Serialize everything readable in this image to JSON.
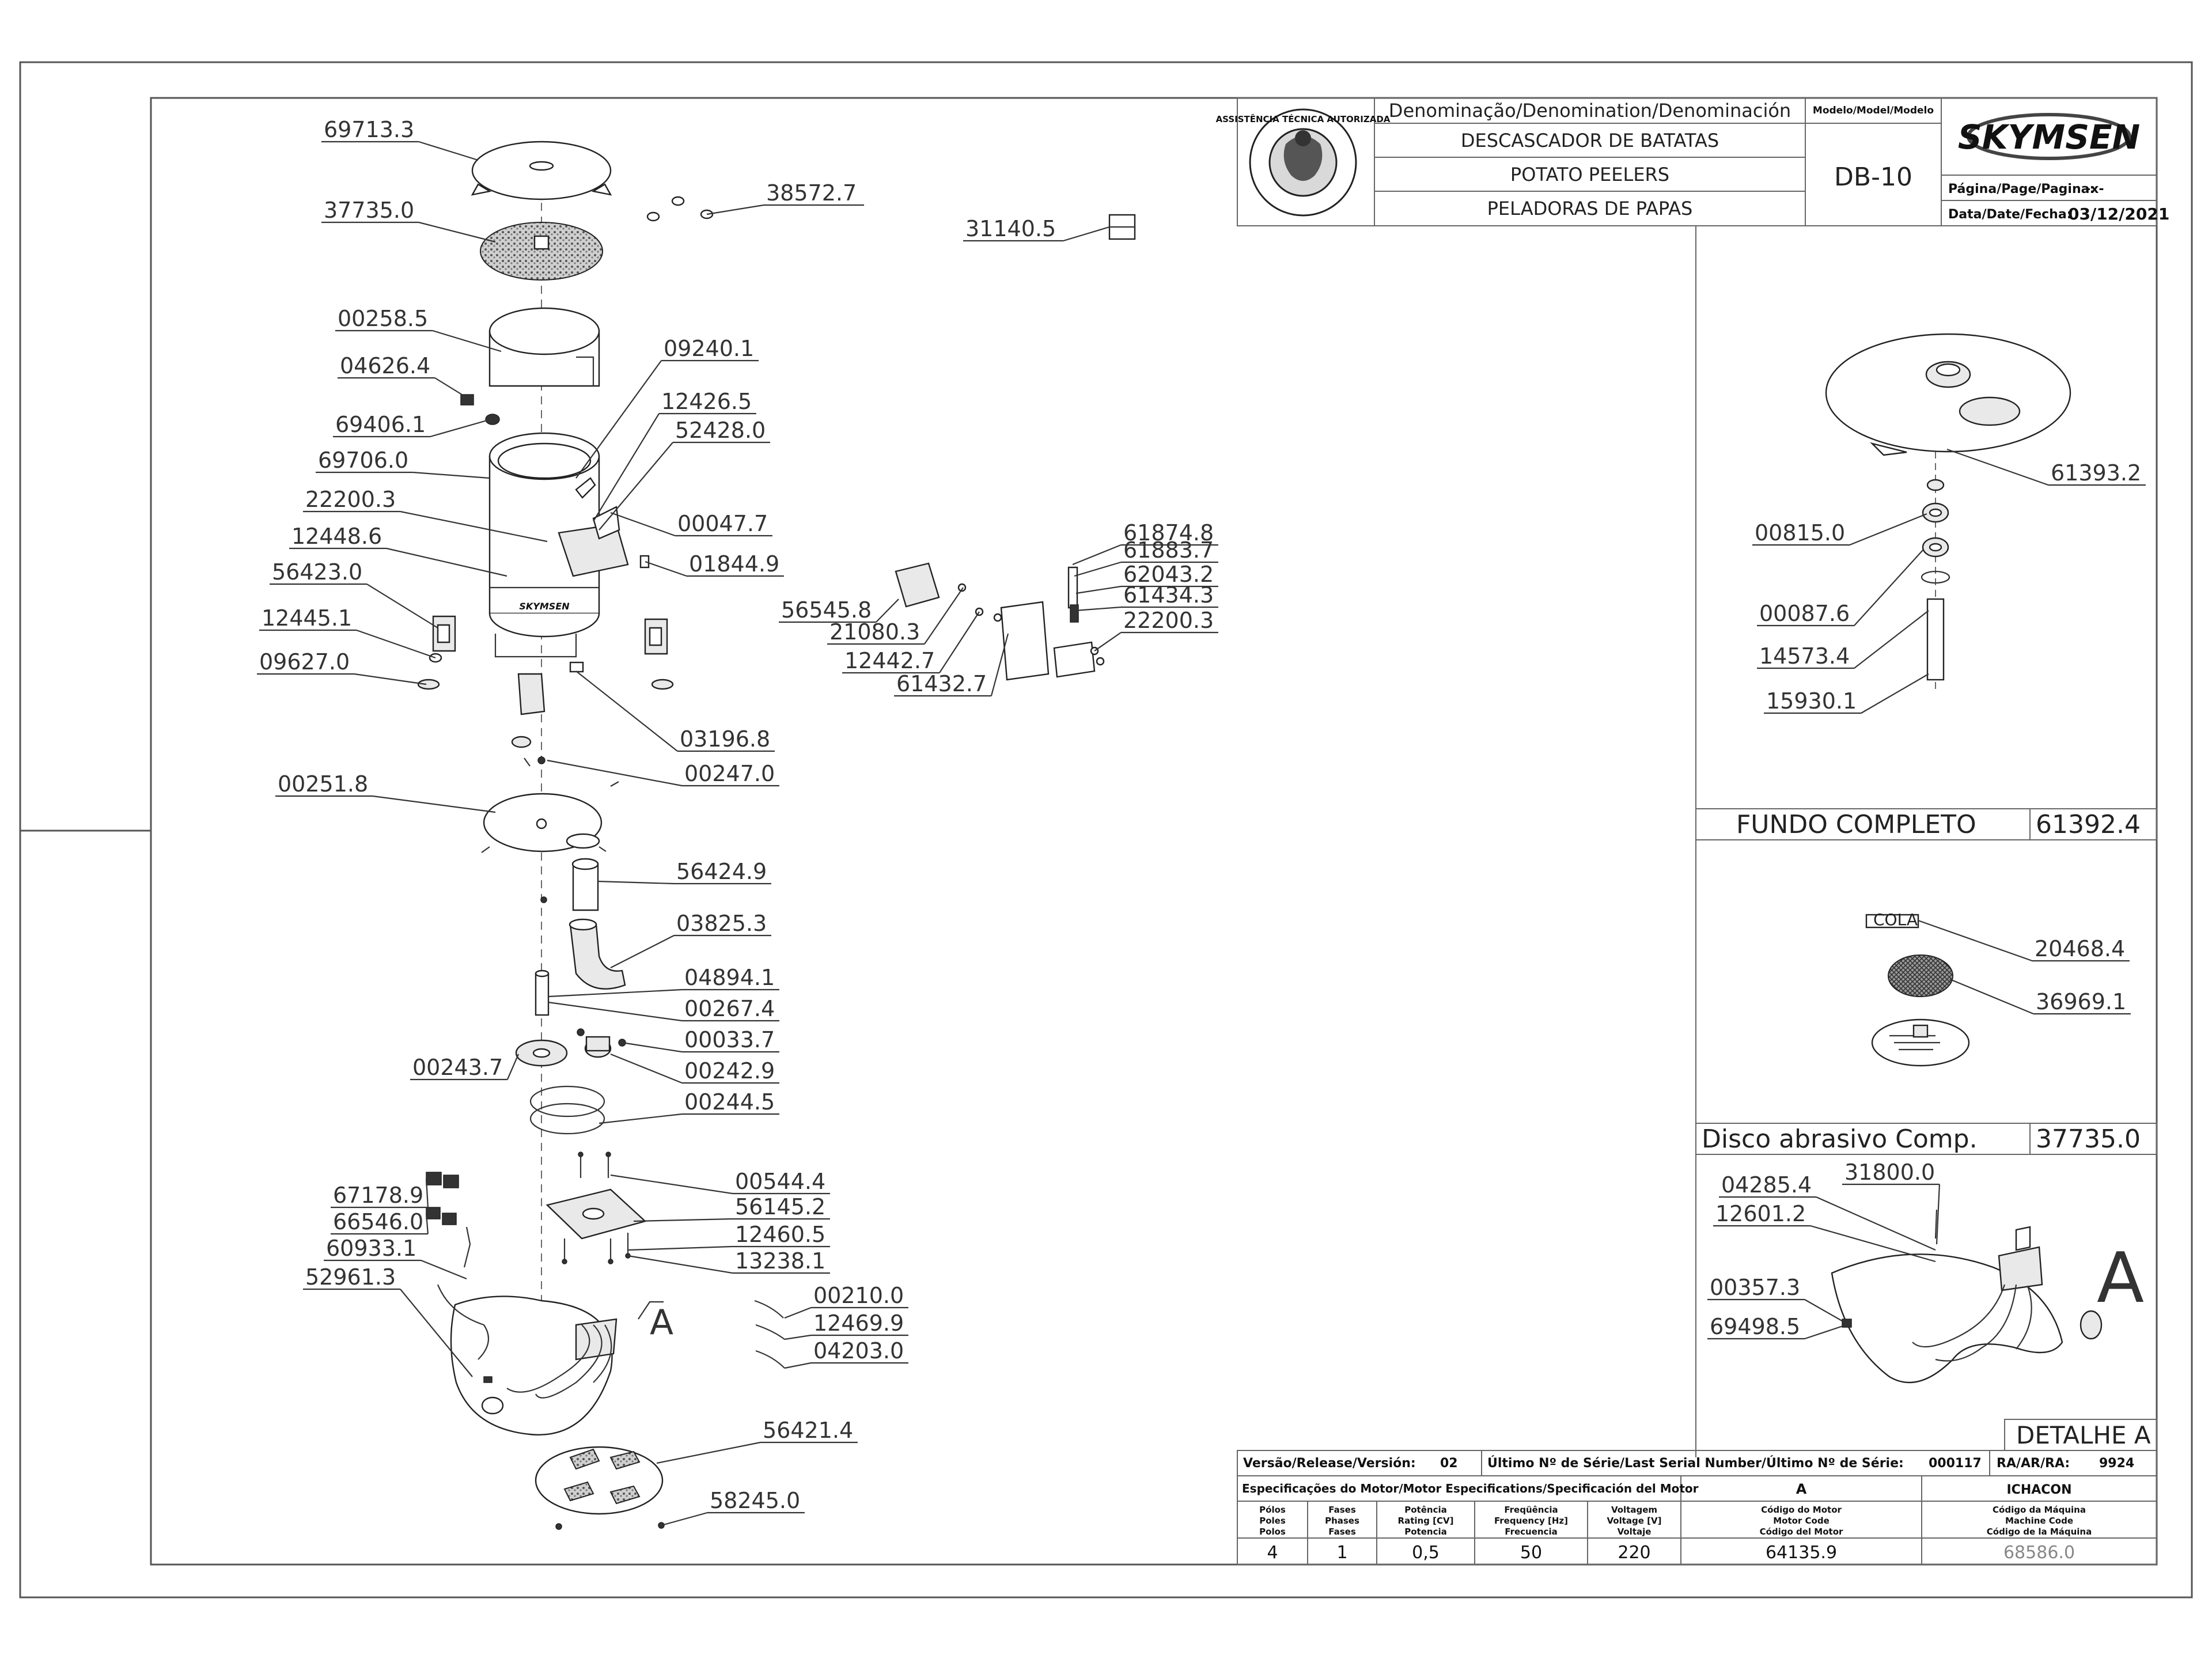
{
  "title_block": {
    "denomination_header": "Denominação/Denomination/Denominación",
    "model_header": "Modelo/Model/Modelo",
    "name_pt": "DESCASCADOR DE BATATAS",
    "name_en": "POTATO PEELERS",
    "name_es": "PELADORAS DE PAPAS",
    "model": "DB-10",
    "brand": "SKYMSEN",
    "page_label": "Página/Page/Pagina:",
    "page_value": "-x-",
    "date_label": "Data/Date/Fecha:",
    "date_value": "03/12/2021",
    "seal_text": "ASSISTÊNCIA TÉCNICA AUTORIZADA"
  },
  "main_labels": [
    "69713.3",
    "37735.0",
    "38572.7",
    "31140.5",
    "00258.5",
    "04626.4",
    "09240.1",
    "69406.1",
    "12426.5",
    "52428.0",
    "69706.0",
    "22200.3",
    "00047.7",
    "12448.6",
    "56423.0",
    "01844.9",
    "12445.1",
    "09627.0",
    "03196.8",
    "00247.0",
    "00251.8",
    "56424.9",
    "03825.3",
    "04894.1",
    "00267.4",
    "00033.7",
    "00243.7",
    "00242.9",
    "00244.5",
    "00544.4",
    "56145.2",
    "12460.5",
    "67178.9",
    "66546.0",
    "60933.1",
    "13238.1",
    "52961.3",
    "00210.0",
    "12469.9",
    "04203.0",
    "56421.4",
    "58245.0",
    "A"
  ],
  "side_labels": [
    "61874.8",
    "61883.7",
    "62043.2",
    "61434.3",
    "22200.3",
    "56545.8",
    "21080.3",
    "12442.7",
    "61432.7"
  ],
  "fundo": {
    "labels": [
      "61393.2",
      "00815.0",
      "00087.6",
      "14573.4",
      "15930.1"
    ],
    "title": "FUNDO COMPLETO",
    "code": "61392.4"
  },
  "disco": {
    "cola": "COLA",
    "labels": [
      "20468.4",
      "36969.1"
    ],
    "title": "Disco abrasivo Comp.",
    "code": "37735.0"
  },
  "detalhe": {
    "labels": [
      "04285.4",
      "31800.0",
      "12601.2",
      "00357.3",
      "69498.5",
      "A"
    ],
    "title": "DETALHE A"
  },
  "bottom": {
    "version_label": "Versão/Release/Versión:",
    "version_value": "02",
    "serial_label": "Último Nº de Série/Last Serial Number/Último Nº de Série:",
    "serial_value": "000117",
    "ra_label": "RA/AR/RA:",
    "ra_value": "9924",
    "motor_spec_label": "Especificações do Motor/Motor Especifications/Specificación del Motor",
    "col_a": "A",
    "author": "ICHACON",
    "headers": [
      [
        "Pólos",
        "Poles",
        "Polos"
      ],
      [
        "Fases",
        "Phases",
        "Fases"
      ],
      [
        "Potência",
        "Rating [CV]",
        "Potencia"
      ],
      [
        "Freqüência",
        "Frequency [Hz]",
        "Frecuencia"
      ],
      [
        "Voltagem",
        "Voltage [V]",
        "Voltaje"
      ],
      [
        "Código do Motor",
        "Motor Code",
        "Código del Motor"
      ],
      [
        "Código da Máquina",
        "Machine Code",
        "Código de la Máquina"
      ]
    ],
    "values": [
      "4",
      "1",
      "0,5",
      "50",
      "220",
      "64135.9",
      "68586.0"
    ]
  }
}
